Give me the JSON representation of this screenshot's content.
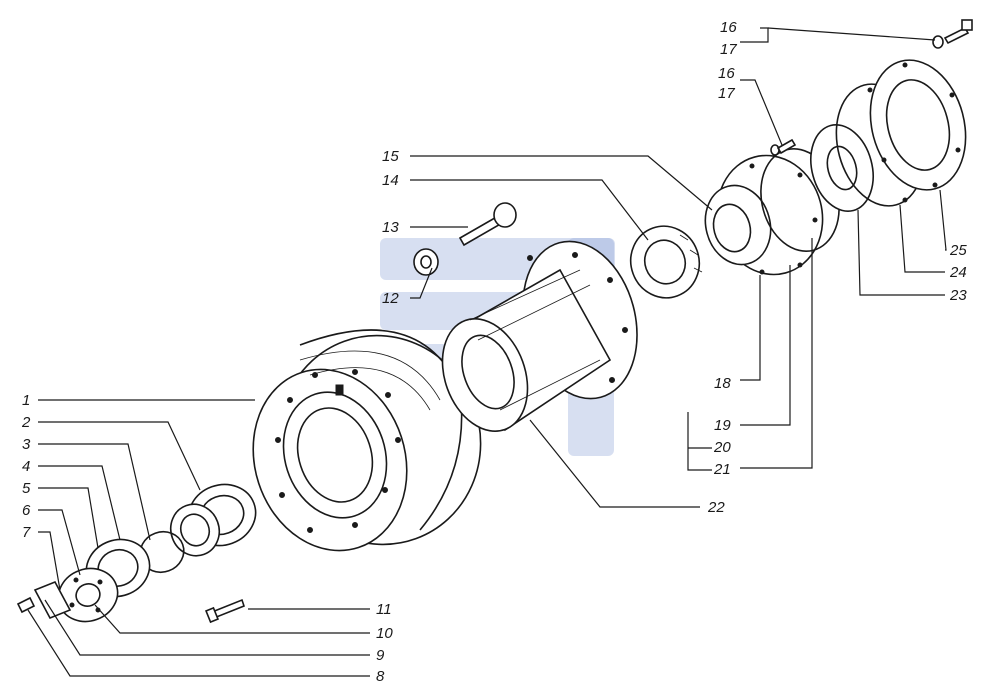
{
  "diagram": {
    "callouts": {
      "c1": "1",
      "c2": "2",
      "c3": "3",
      "c4": "4",
      "c5": "5",
      "c6": "6",
      "c7": "7",
      "c8": "8",
      "c9": "9",
      "c10": "10",
      "c11": "11",
      "c12": "12",
      "c13": "13",
      "c14": "14",
      "c15": "15",
      "c16a": "16",
      "c17a": "17",
      "c16b": "16",
      "c17b": "17",
      "c18": "18",
      "c19": "19",
      "c20": "20",
      "c21": "21",
      "c22": "22",
      "c23": "23",
      "c24": "24",
      "c25": "25"
    }
  }
}
